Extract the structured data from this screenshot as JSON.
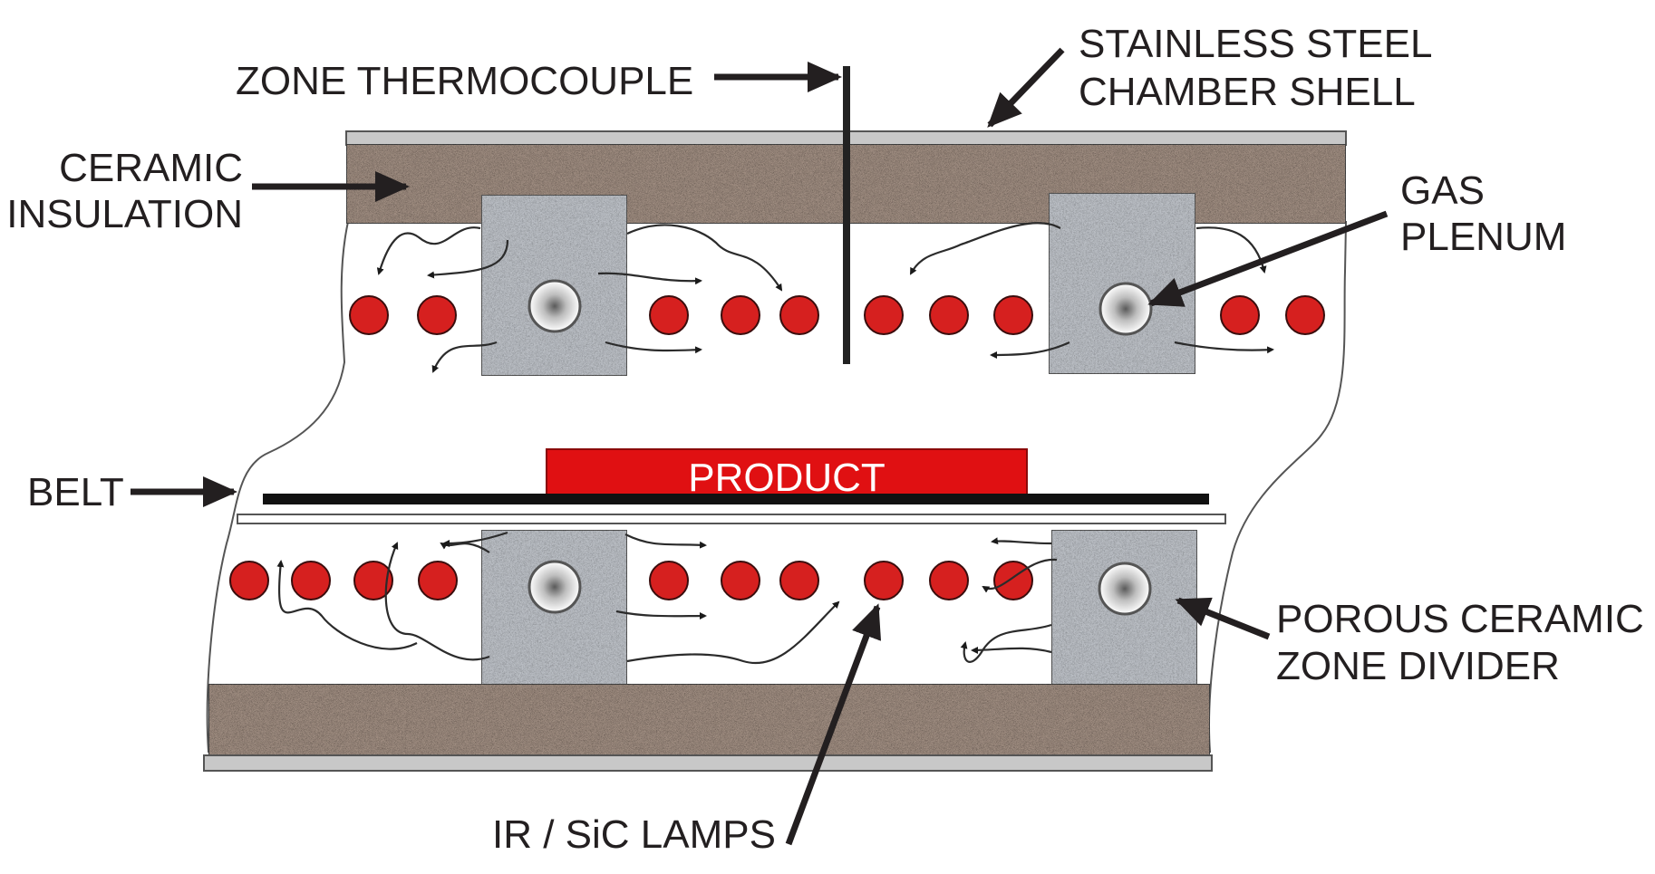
{
  "labels": {
    "zone_thermocouple": "ZONE THERMOCOUPLE",
    "stainless_steel_line1": "STAINLESS STEEL",
    "stainless_steel_line2": "CHAMBER SHELL",
    "ceramic_line1": "CERAMIC",
    "ceramic_line2": "INSULATION",
    "gas_line1": "GAS",
    "gas_line2": "PLENUM",
    "belt": "BELT",
    "product": "PRODUCT",
    "porous_line1": "POROUS CERAMIC",
    "porous_line2": "ZONE DIVIDER",
    "lamps": "IR / SiC LAMPS"
  },
  "colors": {
    "lamp_fill": "#d6201f",
    "product_fill": "#e01012",
    "insulation_fill": "#9c8a7e",
    "divider_fill": "#b8bcc2",
    "shell_fill": "#c8c8c8",
    "belt_fill": "#111111",
    "text": "#231f20"
  }
}
